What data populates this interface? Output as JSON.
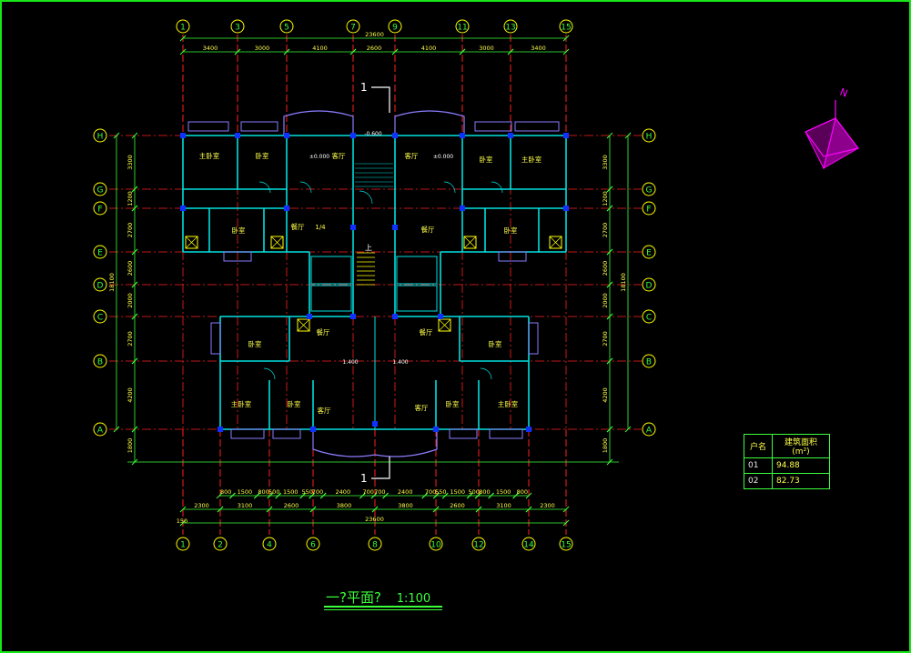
{
  "drawing": {
    "title": "一?平面?",
    "scale": "1:100",
    "section_mark": "1",
    "north_mark": "N"
  },
  "grid_top": [
    "1",
    "3",
    "5",
    "7",
    "9",
    "11",
    "13",
    "15"
  ],
  "grid_bottom": [
    "1",
    "2",
    "4",
    "6",
    "8",
    "10",
    "12",
    "14",
    "15"
  ],
  "grid_rows": [
    "H",
    "G",
    "F",
    "E",
    "D",
    "C",
    "B",
    "A"
  ],
  "dims_top": {
    "total": "23600",
    "segments": [
      "3400",
      "3000",
      "4100",
      "2600",
      "4100",
      "3000",
      "3400"
    ]
  },
  "dims_bottom": {
    "row1": [
      "800",
      "1500",
      "800",
      "500",
      "1500",
      "550",
      "700",
      "2400",
      "700",
      "700",
      "2400",
      "700",
      "550",
      "1500",
      "500",
      "800",
      "1500",
      "800"
    ],
    "row2": [
      "2300",
      "3100",
      "2600",
      "3800",
      "3800",
      "2600",
      "3100",
      "2300"
    ],
    "total": "23600",
    "offset": "150"
  },
  "dims_side": {
    "left": [
      "3300",
      "1200",
      "2700",
      "2600",
      "2000",
      "2700",
      "4200",
      "1800"
    ],
    "left_total": "18100",
    "right": [
      "3300",
      "1200",
      "2700",
      "2600",
      "2000",
      "2700",
      "4200",
      "1800"
    ],
    "right_total": "18100"
  },
  "rooms": [
    "主卧室",
    "卧室",
    "客厅",
    "客厅",
    "卧室",
    "主卧室",
    "卧室",
    "餐厅",
    "餐厅",
    "卧室",
    "卧室",
    "餐厅",
    "餐厅",
    "卧室",
    "主卧室",
    "卧室",
    "客厅",
    "客厅",
    "卧室",
    "主卧室"
  ],
  "levels": [
    "±0.000",
    "-0.600",
    "±0.000",
    "1.400",
    "1.400"
  ],
  "stair_marks": [
    "上",
    "1/4"
  ],
  "legend": {
    "headers": [
      "户名",
      "建筑面积(m²)"
    ],
    "rows": [
      {
        "name": "01",
        "area": "94.88"
      },
      {
        "name": "02",
        "area": "82.73"
      }
    ]
  },
  "colors": {
    "background": "#000000",
    "frame": "#19e619",
    "grid_bubble": "#ffff00",
    "axis": "#ff2020",
    "wall": "#00e0e0",
    "window": "#8a7cff",
    "dimension": "#3cff3c",
    "column": "#1030ff",
    "north_arrow": "#ff00ff",
    "text": "#ffff4a"
  }
}
